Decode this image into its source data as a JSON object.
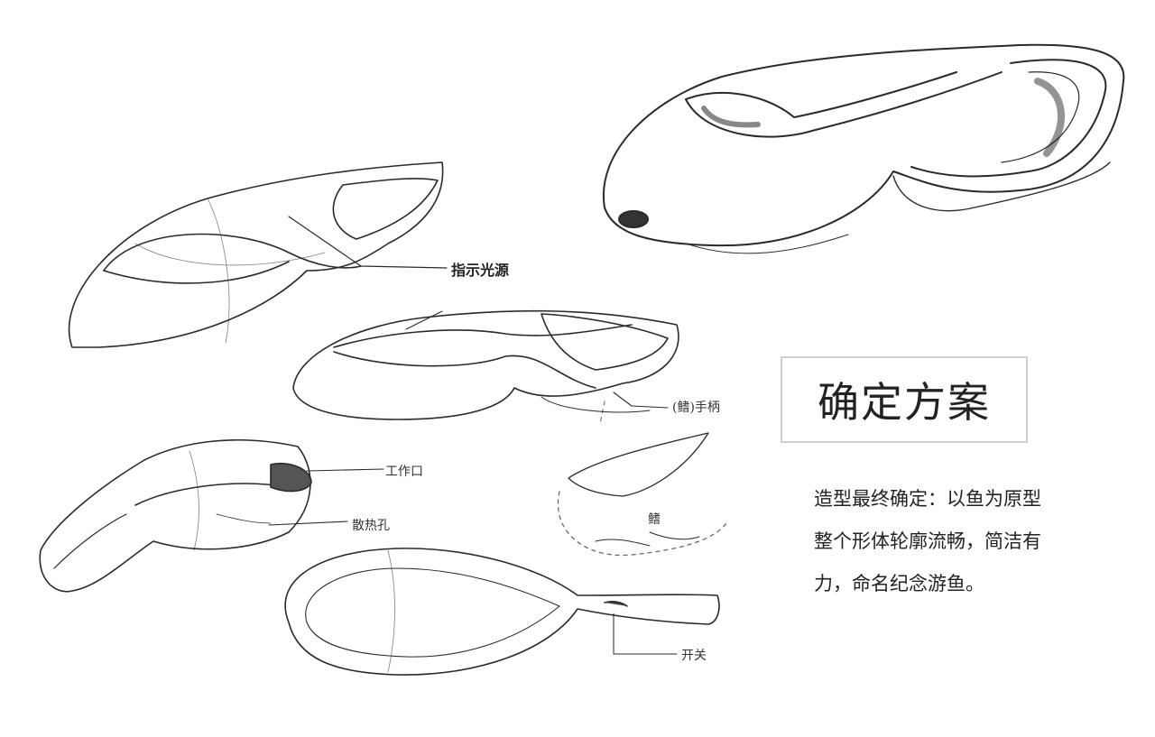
{
  "labels": {
    "indicator_light": "指示光源",
    "handle": "(鳍)手柄",
    "working_port": "工作口",
    "heat_vent": "散热孔",
    "fin": "鳍",
    "switch": "开关"
  },
  "title_box": {
    "title": "确定方案"
  },
  "description": {
    "lines": [
      "造型最终确定：以鱼为原型",
      "整个形体轮廓流畅，简洁有",
      "力，命名纪念游鱼。"
    ]
  }
}
